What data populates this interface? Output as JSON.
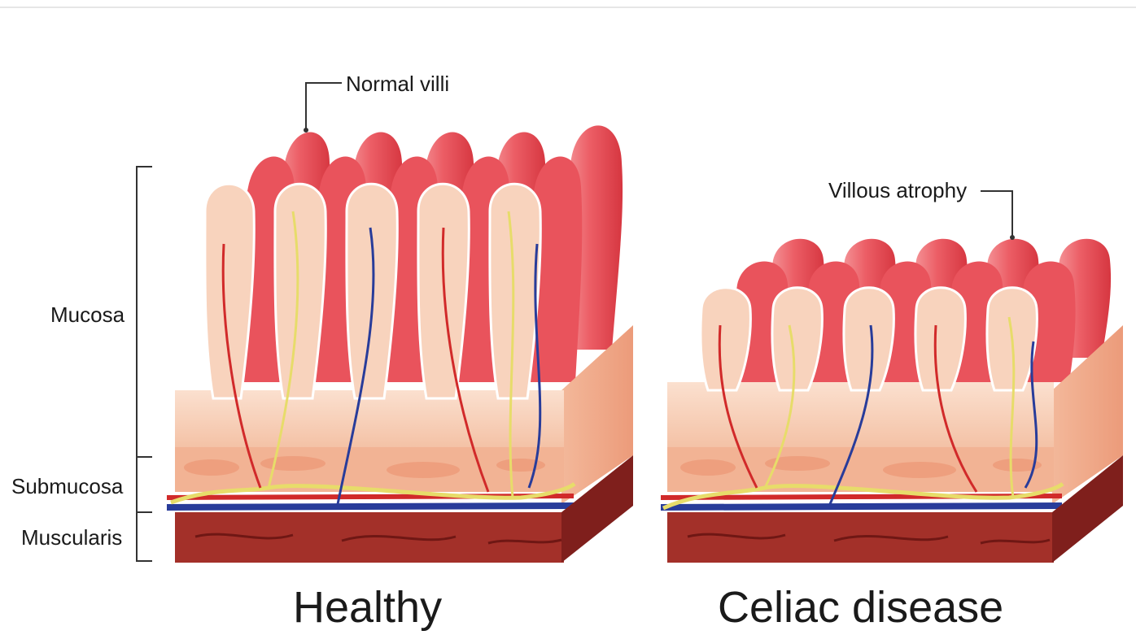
{
  "labels": {
    "normal_villi": "Normal villi",
    "villous_atrophy": "Villous atrophy",
    "mucosa": "Mucosa",
    "submucosa": "Submucosa",
    "muscularis": "Muscularis"
  },
  "panels": {
    "healthy": "Healthy",
    "celiac": "Celiac disease"
  },
  "colors": {
    "villus_dark": "#d93a44",
    "villus_mid": "#ee6b72",
    "villus_light": "#f6b2b0",
    "front_tissue": "#f6cdb5",
    "submucosa": "#f1a98a",
    "muscle": "#9a2a26",
    "artery": "#d12a2a",
    "vein": "#283c9a",
    "nerve": "#e7dc6a"
  }
}
